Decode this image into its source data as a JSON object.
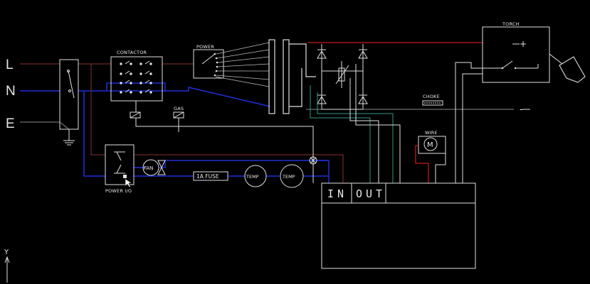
{
  "lines": [
    "L",
    "N",
    "E"
  ],
  "labels": {
    "contactor": "CONTACTOR",
    "power": "POWER",
    "gas": "GAS",
    "torch": "TORCH",
    "choke": "CHOKE",
    "wire": "WIRE",
    "fan": "FAN",
    "fuse": "1A FUSE",
    "temp1": "TEMP",
    "temp2": "TEMP",
    "power_io": "POWER I/O",
    "in": "IN",
    "out": "OUT",
    "plus": "+",
    "minus": "-",
    "wire_motor": "M",
    "y_axis": "Y"
  },
  "colors": {
    "background": "#000000",
    "wire_white": "#e0e0e0",
    "wire_red": "#d01818",
    "wire_blue": "#1f2fd8",
    "wire_grey": "#8a8a8a",
    "wire_teal": "#2e9a86"
  }
}
